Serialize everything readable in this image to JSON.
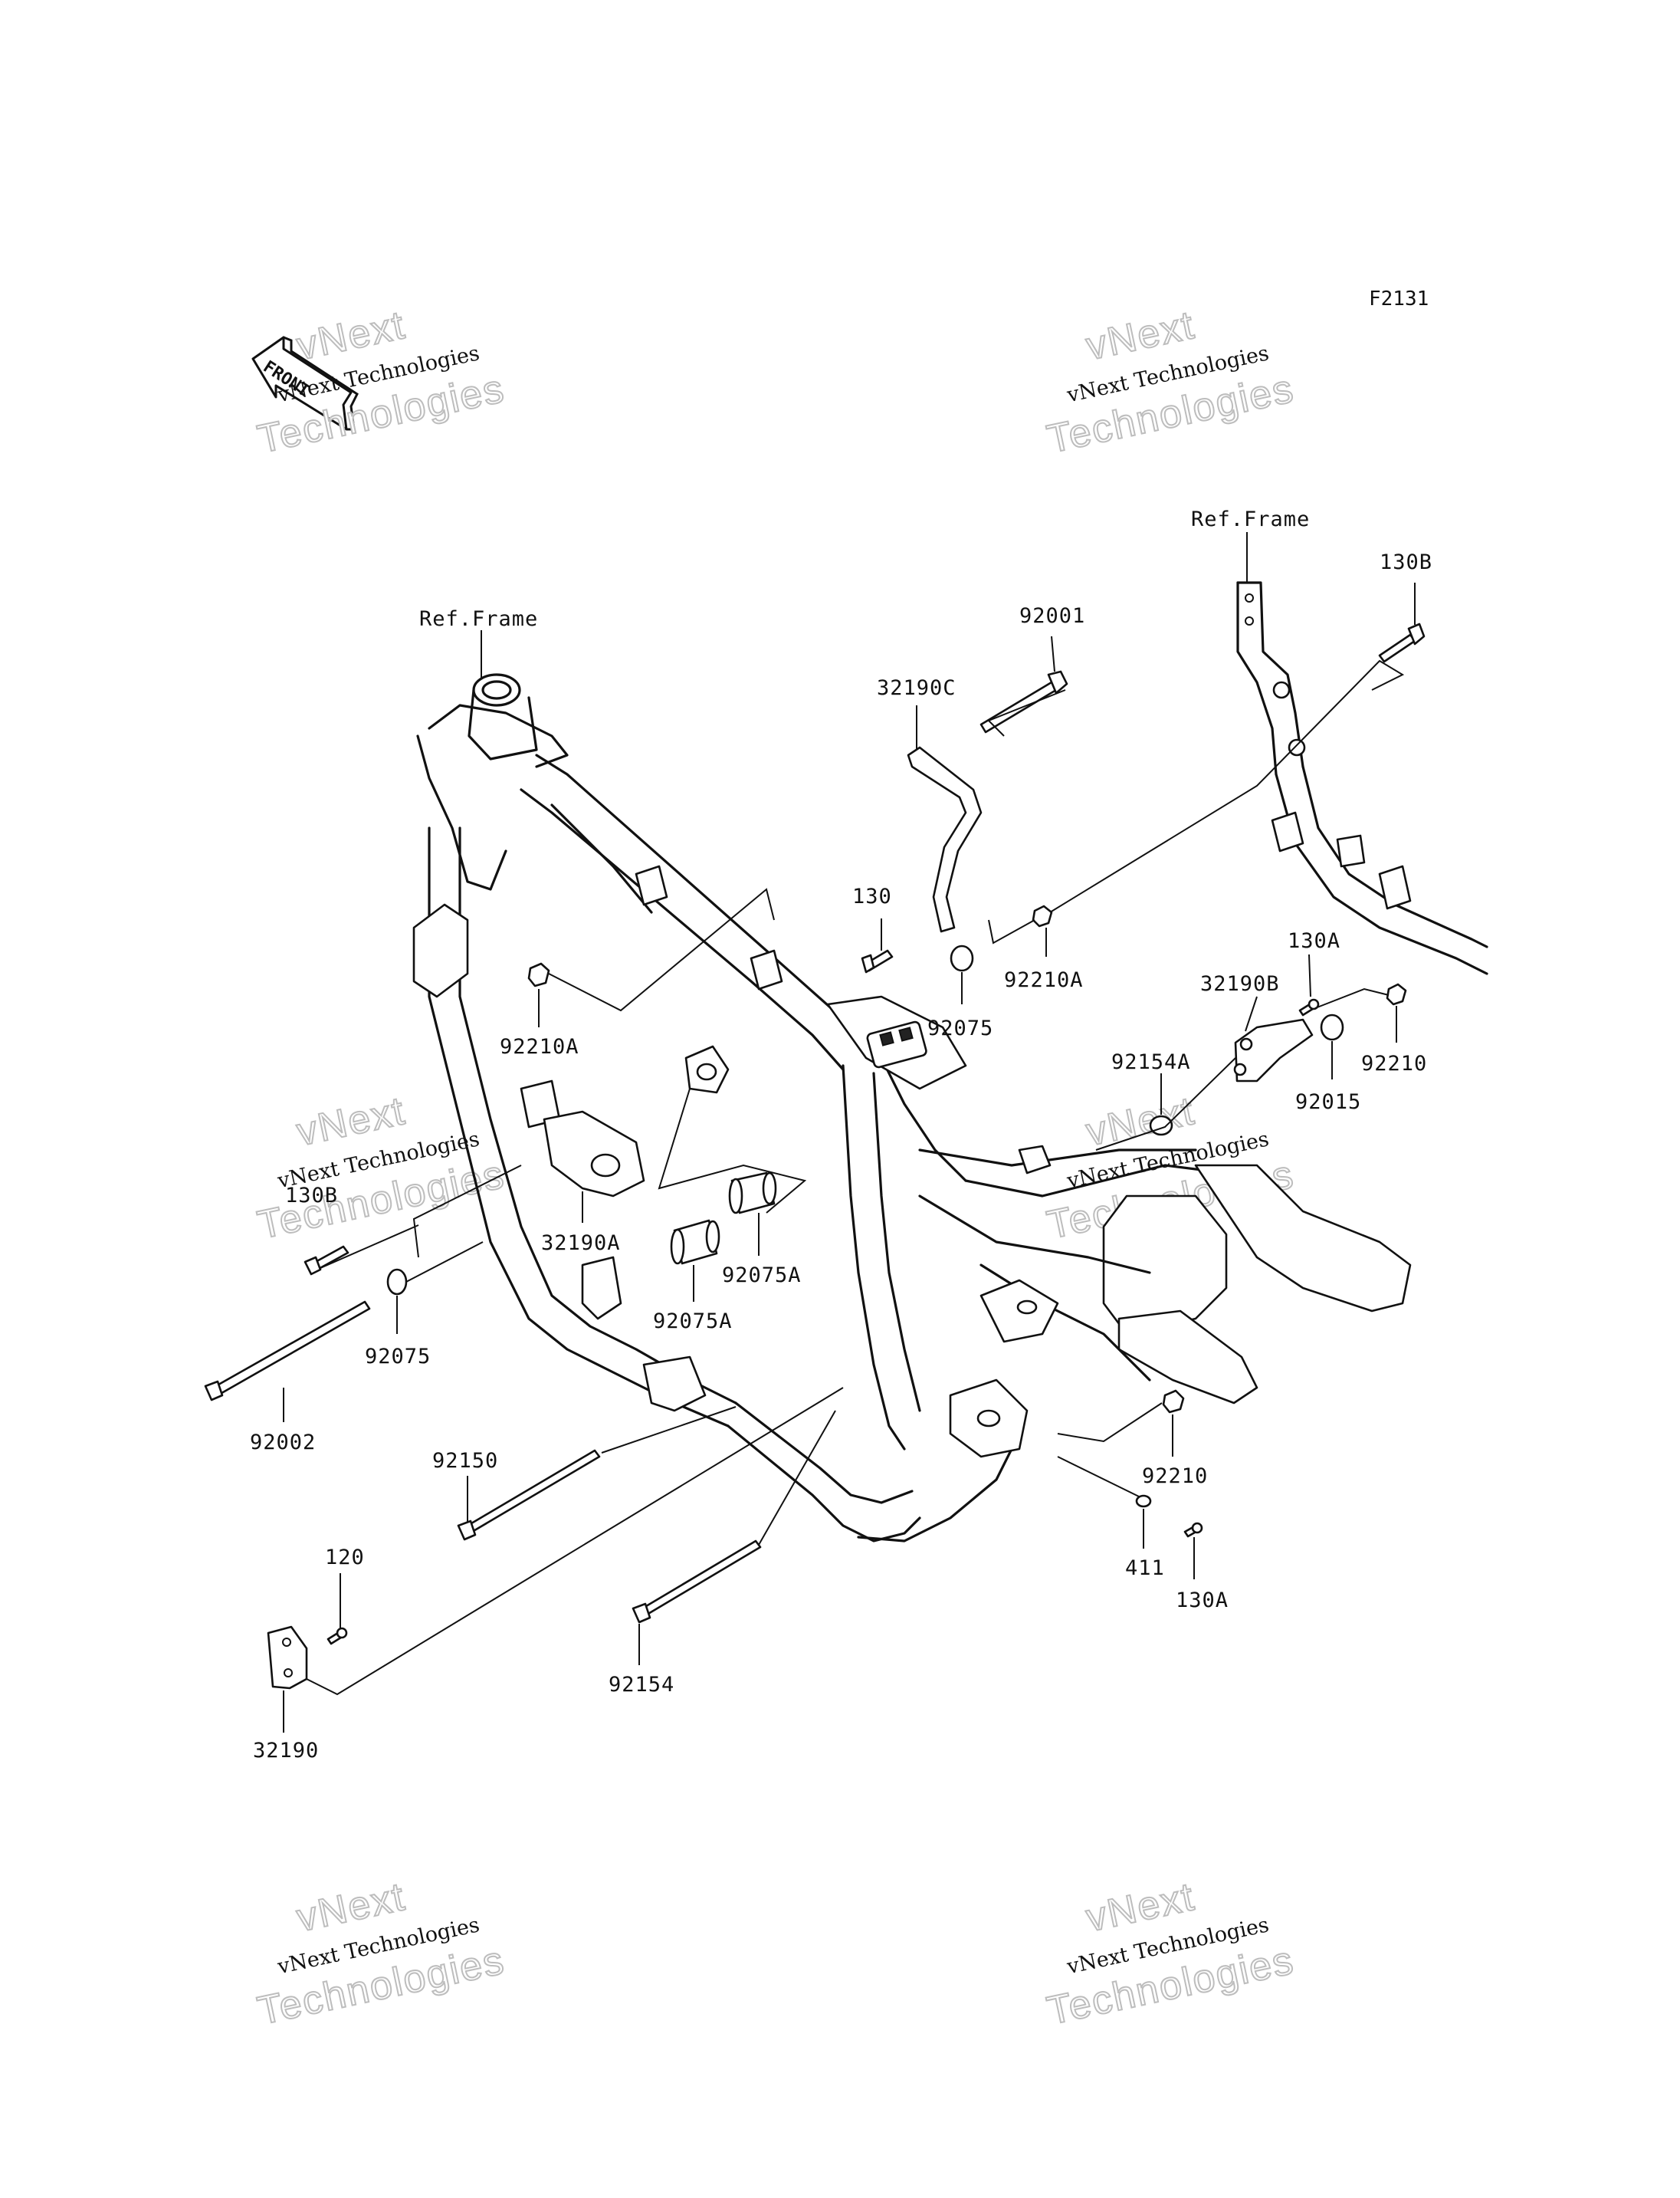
{
  "diagram_code": "F2131",
  "front_label": "FRONT",
  "ref_frame_label": "Ref.Frame",
  "watermark": {
    "line1": "vNext Technologies",
    "line2_top": "vNext",
    "line2_bottom": "Technologies"
  },
  "parts": {
    "p130B_right": "130B",
    "p92001": "92001",
    "p32190C": "32190C",
    "p130": "130",
    "p92210A_right": "92210A",
    "p92075_top": "92075",
    "p92210A_left": "92210A",
    "p130A_top": "130A",
    "p32190B": "32190B",
    "p92210_top": "92210",
    "p92015": "92015",
    "p92154A": "92154A",
    "p130B_left": "130B",
    "p32190A": "32190A",
    "p92075A_right": "92075A",
    "p92075A_left": "92075A",
    "p92075_bottom": "92075",
    "p92002": "92002",
    "p92150": "92150",
    "p92210_bottom": "92210",
    "p411": "411",
    "p130A_bottom": "130A",
    "p120": "120",
    "p92154": "92154",
    "p32190": "32190"
  }
}
